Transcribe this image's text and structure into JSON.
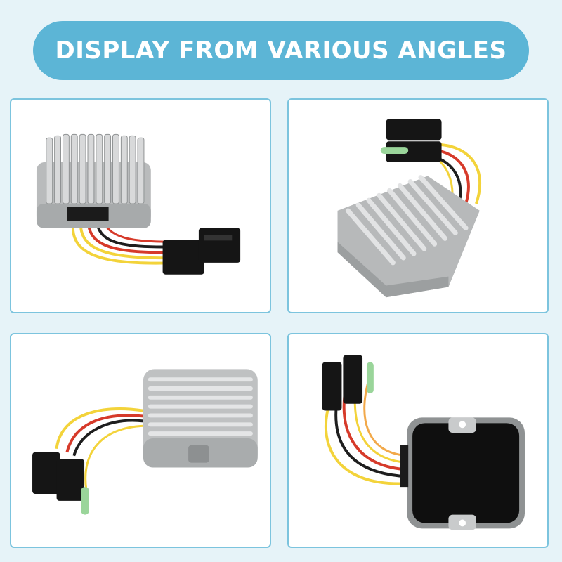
{
  "banner": {
    "title": "DISPLAY FROM VARIOUS ANGLES",
    "color": "#5cb5d6"
  },
  "panels": [
    {
      "view": "front-fins-with-connector-cable"
    },
    {
      "view": "angled-top-fins-with-wires-up"
    },
    {
      "view": "side-fins-with-wires-left"
    },
    {
      "view": "back-black-plate-with-wires"
    }
  ],
  "colors": {
    "background": "#e6f3f8",
    "panel_border": "#7cc4de",
    "aluminum": "#c9cbcc",
    "wire_yellow": "#f3d33a",
    "wire_red": "#d63a2a",
    "wire_black": "#1e1e1e",
    "connector": "#151515"
  }
}
